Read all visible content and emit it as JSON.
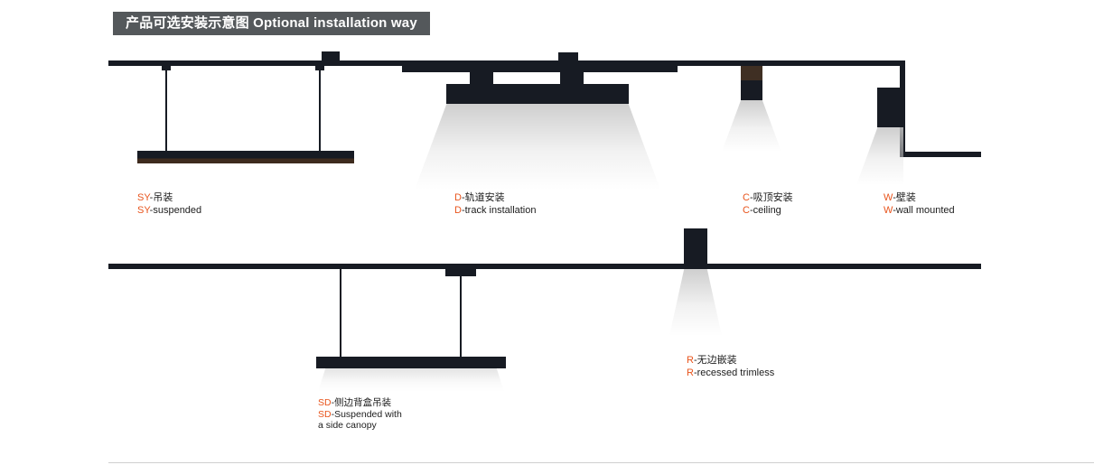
{
  "title": "产品可选安装示意图 Optional installation way",
  "colors": {
    "accent": "#E8541C",
    "dark": "#171B23",
    "banner_bg": "#54585B",
    "beam": "#C6C6C6"
  },
  "items": [
    {
      "id": "SY",
      "zh": "-吊装",
      "en": "-suspended"
    },
    {
      "id": "D",
      "zh": "-轨道安装",
      "en": "-track installation"
    },
    {
      "id": "C",
      "zh": "-吸顶安装",
      "en": "-ceiling"
    },
    {
      "id": "W",
      "zh": "-壁装",
      "en": "-wall mounted"
    },
    {
      "id": "SD",
      "zh": "-侧边背盒吊装",
      "en": "-Suspended with",
      "en2": "a side canopy"
    },
    {
      "id": "R",
      "zh": "-无边嵌装",
      "en": "-recessed trimless"
    }
  ]
}
